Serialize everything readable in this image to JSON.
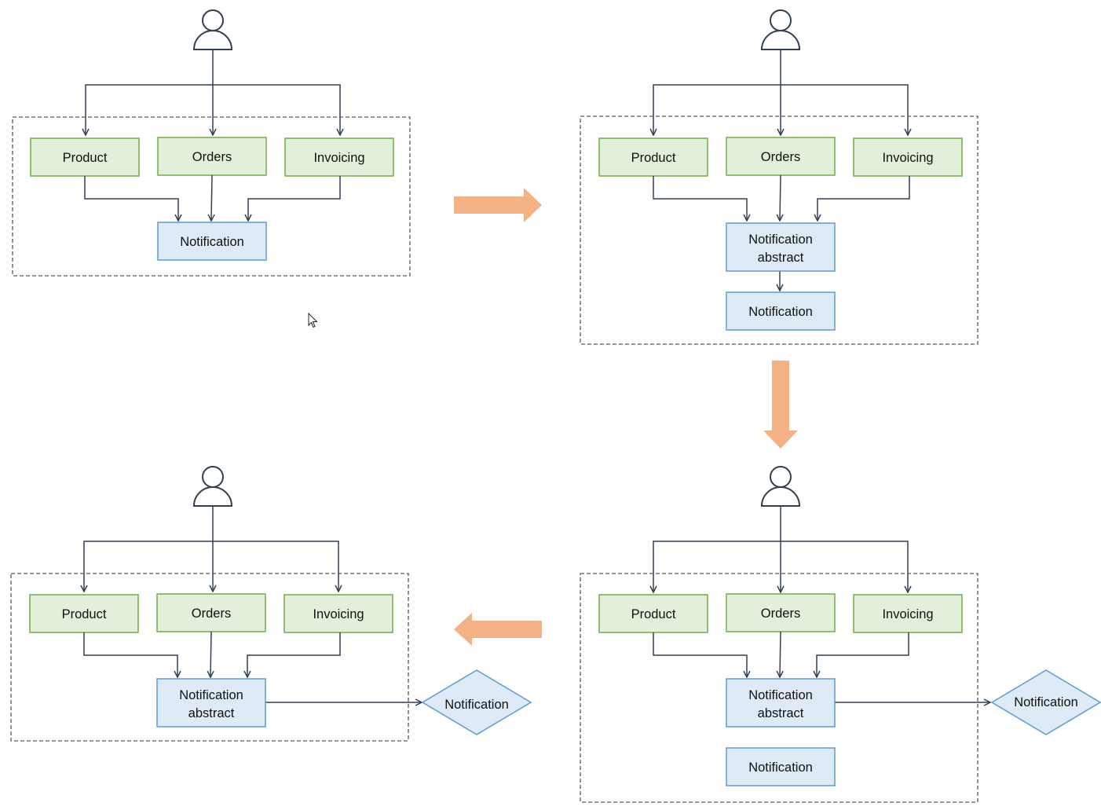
{
  "labels": {
    "product": "Product",
    "orders": "Orders",
    "invoicing": "Invoicing",
    "notification": "Notification",
    "notification_abstract_line1": "Notification",
    "notification_abstract_line2": "abstract"
  },
  "colors": {
    "service_fill": "#e2efda",
    "service_stroke": "#70ad47",
    "notify_fill": "#deebf7",
    "notify_stroke": "#5b9bd5",
    "line": "#333f50",
    "boundary": "#595959",
    "transition_arrow": "#f4b183"
  },
  "icons": {
    "user": "user-icon",
    "cursor": "mouse-cursor-icon"
  }
}
